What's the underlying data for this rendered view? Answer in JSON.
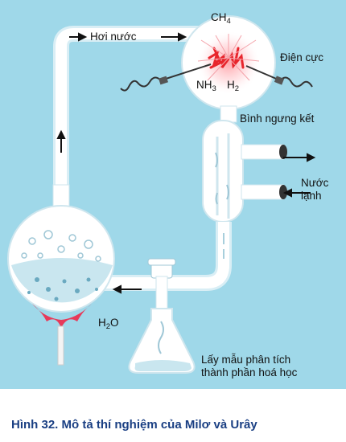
{
  "labels": {
    "steam": "Hơi nước",
    "ch4_main": "CH",
    "ch4_sub": "4",
    "nh3_main": "NH",
    "nh3_sub": "3",
    "h2_main": "H",
    "h2_sub": "2",
    "electrode": "Điện cực",
    "condenser": "Bình ngưng kết",
    "cold_water_line1": "Nước",
    "cold_water_line2": "lạnh",
    "h2o_main": "H",
    "h2o_sub": "2",
    "h2o_tail": "O",
    "sampling_line1": "Lấy mẫu phân tích",
    "sampling_line2": "thành phần hoá học"
  },
  "caption": "Hình 32. Mô tả thí nghiệm của Milơ và Urây",
  "colors": {
    "background": "#9fd8e9",
    "glass": "#ffffff",
    "water": "#c9e6ef",
    "spark": "#e8252c",
    "flame": "#e73a5a",
    "caption": "#1a3f83"
  }
}
